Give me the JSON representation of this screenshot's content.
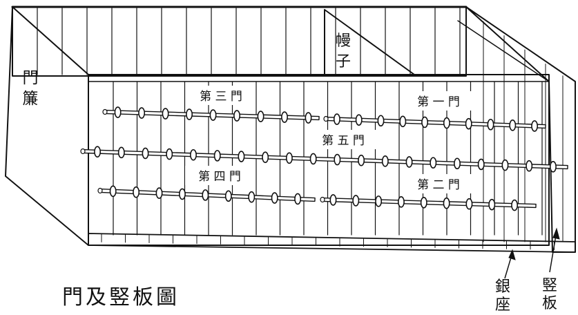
{
  "labels": {
    "curtain": [
      "門",
      "簾"
    ],
    "mantou": [
      "幔",
      "子"
    ],
    "door_1": "第 一 門",
    "door_2": "第 二 門",
    "door_3": "第 三 門",
    "door_4": "第 四 門",
    "door_5": "第 五 門",
    "base": [
      "銀",
      "座"
    ],
    "board": [
      "竪",
      "板"
    ]
  },
  "caption": "門及竪板圖",
  "colors": {
    "ink": "#111111",
    "paper": "#ffffff"
  }
}
